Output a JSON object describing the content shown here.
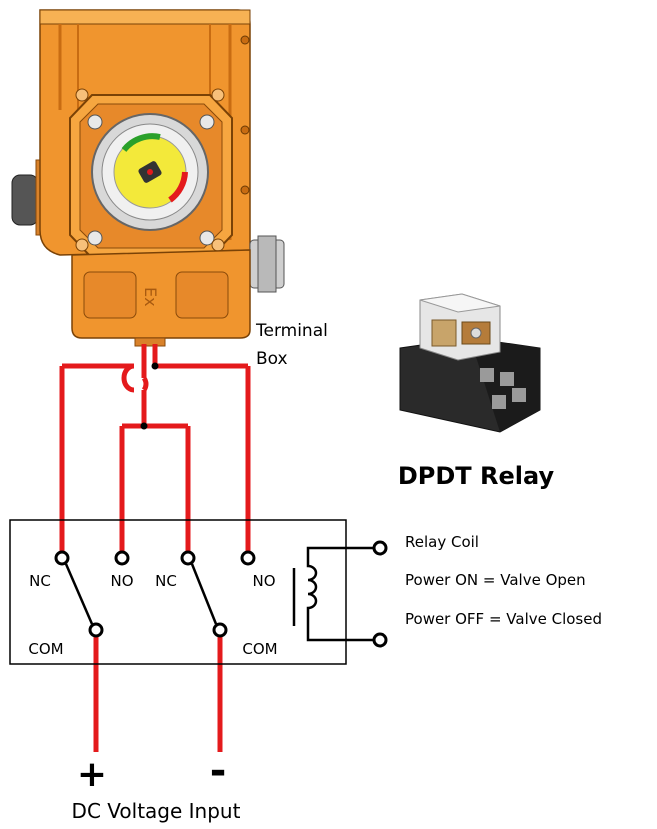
{
  "labels": {
    "terminal_line1": "Terminal",
    "terminal_line2": "Box",
    "relay_title": "DPDT Relay",
    "relay_coil": "Relay Coil",
    "power_on": "Power ON = Valve Open",
    "power_off": "Power OFF = Valve Closed",
    "input_title": "DC Voltage Input",
    "plus": "+",
    "minus": "-"
  },
  "contacts": {
    "nc1": "NC",
    "no1": "NO",
    "nc2": "NC",
    "no2": "NO",
    "com1": "COM",
    "com2": "COM"
  },
  "colors": {
    "wire": "#e41a1c",
    "actuator_body": "#f0952e",
    "actuator_dark": "#c86c12",
    "indicator_yellow": "#f3e93a",
    "relay_base": "#2a2a2a",
    "outline": "#000000"
  },
  "icons": {
    "actuator": "electric-valve-actuator-image",
    "relay": "dpdt-relay-image",
    "coil": "relay-coil-symbol"
  }
}
